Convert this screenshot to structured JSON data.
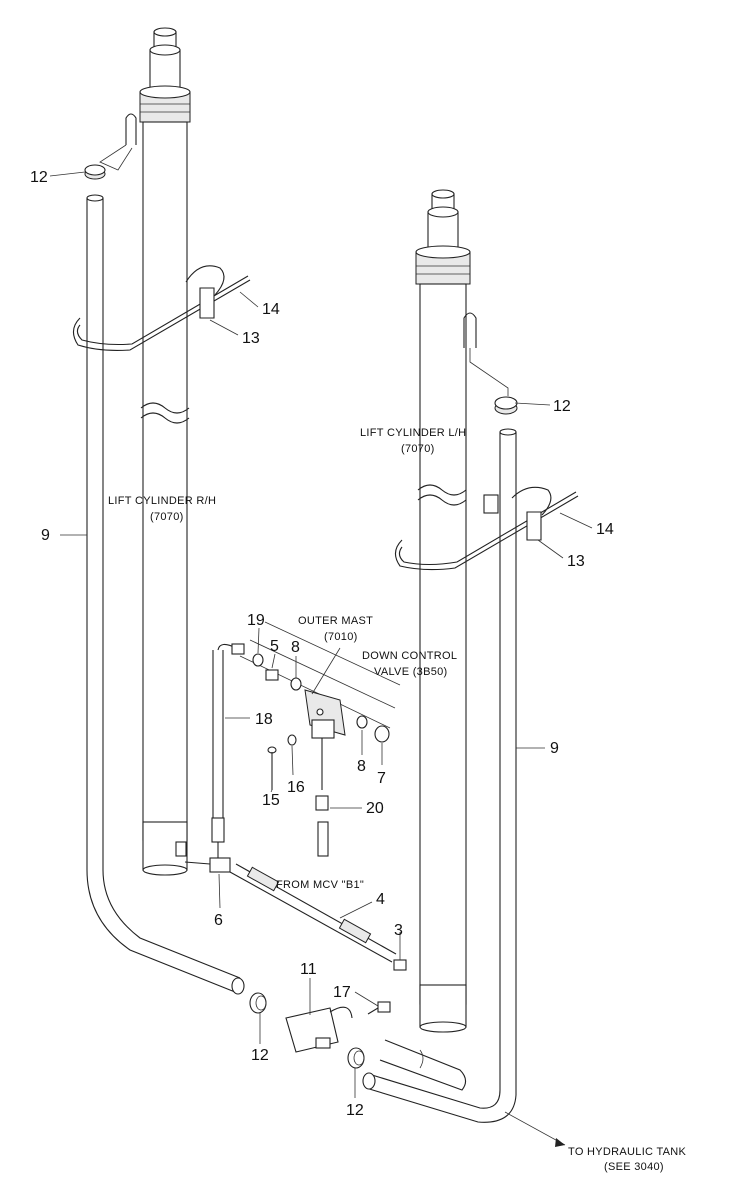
{
  "callouts": {
    "c12_top_left": "12",
    "c12_top_right": "12",
    "c12_bottom_left": "12",
    "c12_bottom_right": "12",
    "c14_left": "14",
    "c13_left": "13",
    "c14_right": "14",
    "c13_right": "13",
    "c9_left": "9",
    "c9_right": "9",
    "c19": "19",
    "c5": "5",
    "c8_top": "8",
    "c8_bottom": "8",
    "c18": "18",
    "c16": "16",
    "c15": "15",
    "c7": "7",
    "c20": "20",
    "c6": "6",
    "c4": "4",
    "c3": "3",
    "c11": "11",
    "c17": "17"
  },
  "labels": {
    "lift_cyl_lh_1": "LIFT CYLINDER L/H",
    "lift_cyl_lh_2": "(7070)",
    "lift_cyl_rh_1": "LIFT CYLINDER R/H",
    "lift_cyl_rh_2": "(7070)",
    "outer_mast_1": "OUTER MAST",
    "outer_mast_2": "(7010)",
    "down_valve_1": "DOWN CONTROL",
    "down_valve_2": "VALVE (3B50)",
    "from_mcv": "FROM MCV \"B1\"",
    "to_tank_1": "TO HYDRAULIC TANK",
    "to_tank_2": "(SEE 3040)"
  }
}
